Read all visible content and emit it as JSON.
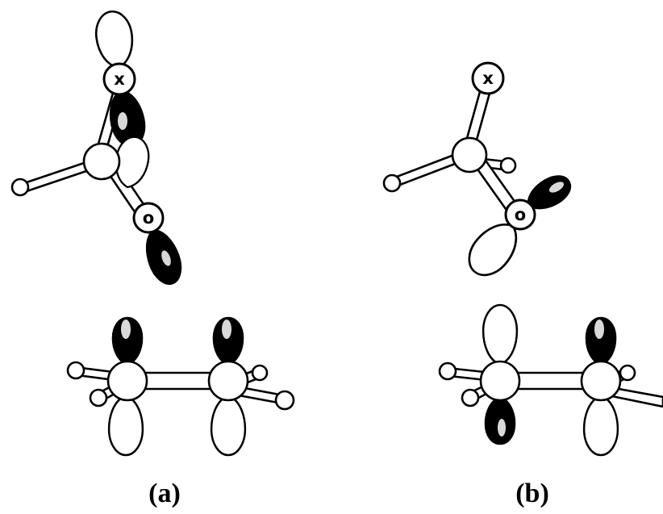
{
  "panels": [
    {
      "caption": "(a)",
      "atom_labels": {
        "x": "x",
        "o": "o"
      },
      "lobe_shading": {
        "x_upper": "white",
        "x_lower": "black",
        "c_upper": "white",
        "o_lower": "black",
        "left_p_upper": "black",
        "left_p_lower": "white",
        "right_p_upper": "black",
        "right_p_lower": "white"
      }
    },
    {
      "caption": "(b)",
      "atom_labels": {
        "x": "x",
        "o": "o"
      },
      "lobe_shading": {
        "o_right": "black",
        "o_lower_left": "white",
        "left_p_upper": "white",
        "left_p_lower": "black",
        "right_p_upper": "black",
        "right_p_lower": "white"
      }
    }
  ],
  "colors": {
    "ink": "#000000",
    "paper": "#ffffff"
  }
}
